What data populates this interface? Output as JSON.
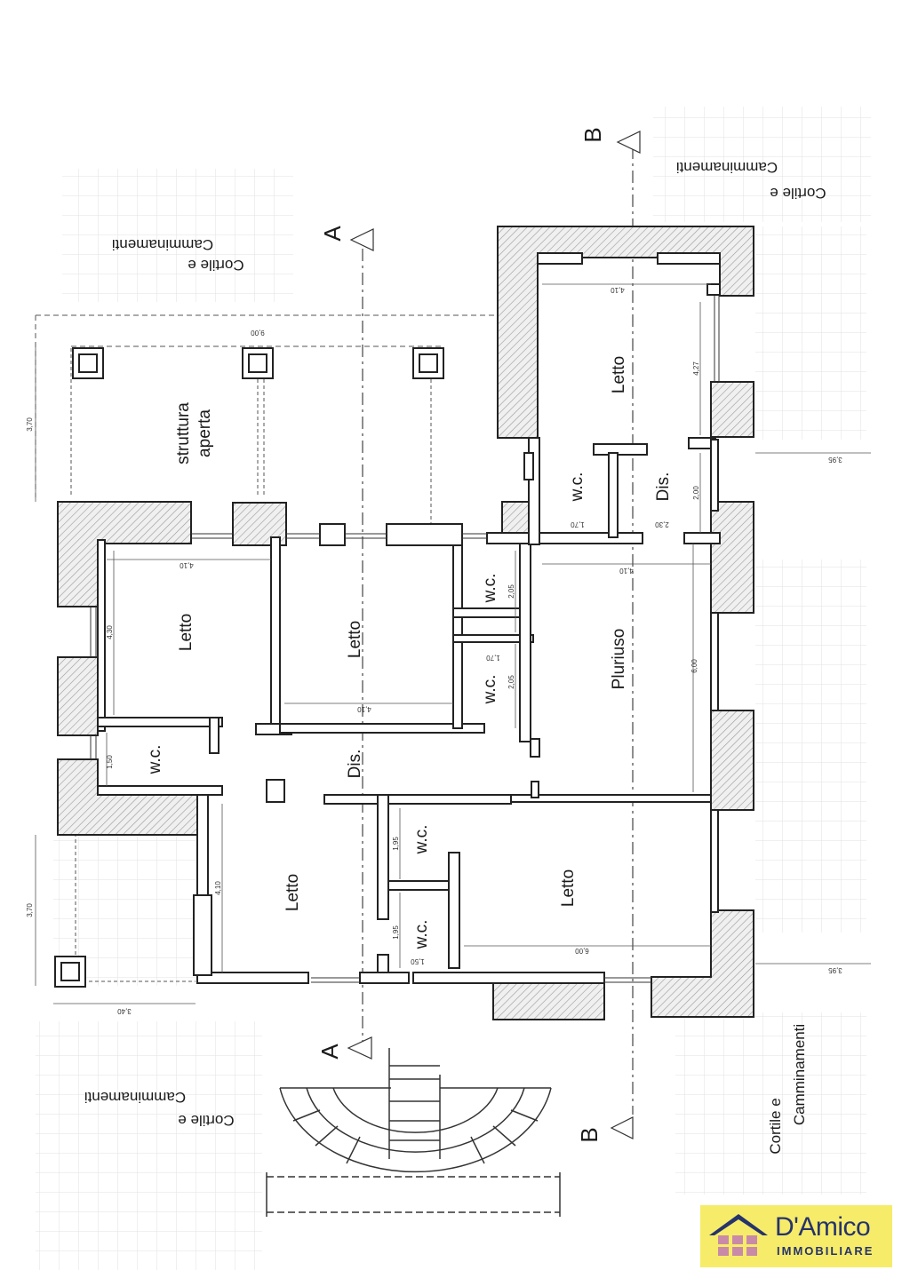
{
  "rooms": {
    "letto": "Letto",
    "wc": "w.c.",
    "dis": "Dis.",
    "pluriuso": "Pluriuso",
    "struttura_line1": "struttura",
    "struttura_line2": "aperta"
  },
  "courtyard": {
    "line1": "Cortile e",
    "line2": "Camminamenti"
  },
  "sections": {
    "a": "A",
    "b": "B"
  },
  "dimensions": {
    "d900": "9,00",
    "d370": "3,70",
    "d410": "4,10",
    "d430": "4,30",
    "d150": "1,50",
    "d340": "3,40",
    "d195": "1,95",
    "d205": "2,05",
    "d170": "1,70",
    "d600": "6,00",
    "d427": "4,27",
    "d200": "2,00",
    "d230": "2,30",
    "d395": "3,95"
  },
  "logo": {
    "brand": "D'Amico",
    "sub": "IMMOBILIARE"
  }
}
